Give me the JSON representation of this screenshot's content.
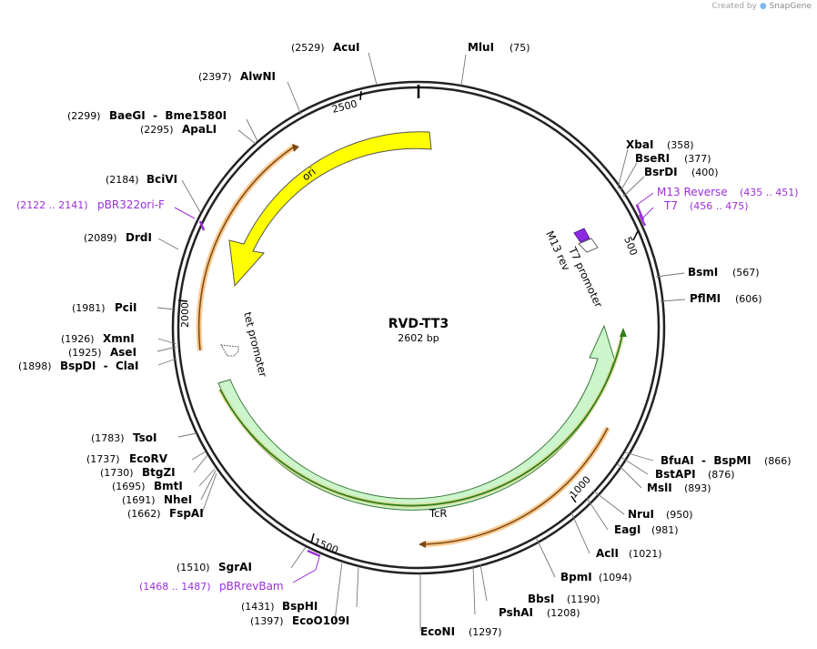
{
  "credit": {
    "prefix": "Created by",
    "brand": "SnapGene"
  },
  "plasmid": {
    "name": "RVD-TT3",
    "length_label": "2602 bp",
    "length": 2602
  },
  "ticks": [
    "500",
    "1000",
    "1500",
    "2000",
    "2500"
  ],
  "sites": [
    {
      "name": "MluI",
      "pos": "(75)"
    },
    {
      "name": "XbaI",
      "pos": "(358)"
    },
    {
      "name": "BseRI",
      "pos": "(377)"
    },
    {
      "name": "BsrDI",
      "pos": "(400)"
    },
    {
      "name": "BsmI",
      "pos": "(567)"
    },
    {
      "name": "PflMI",
      "pos": "(606)"
    },
    {
      "name": "BfuAI  -  BspMI",
      "pos": "(866)"
    },
    {
      "name": "BstAPI",
      "pos": "(876)"
    },
    {
      "name": "MslI",
      "pos": "(893)"
    },
    {
      "name": "NruI",
      "pos": "(950)"
    },
    {
      "name": "EagI",
      "pos": "(981)"
    },
    {
      "name": "AclI",
      "pos": "(1021)"
    },
    {
      "name": "BpmI",
      "pos": "(1094)"
    },
    {
      "name": "BbsI",
      "pos": "(1190)"
    },
    {
      "name": "PshAI",
      "pos": "(1208)"
    },
    {
      "name": "EcoNI",
      "pos": "(1297)"
    },
    {
      "name": "BspHI",
      "pos": "(1431)"
    },
    {
      "name": "EcoO109I",
      "pos": "(1397)"
    },
    {
      "name": "SgrAI",
      "pos": "(1510)"
    },
    {
      "name": "FspAI",
      "pos": "(1662)"
    },
    {
      "name": "NheI",
      "pos": "(1691)"
    },
    {
      "name": "BmtI",
      "pos": "(1695)"
    },
    {
      "name": "BtgZI",
      "pos": "(1730)"
    },
    {
      "name": "EcoRV",
      "pos": "(1737)"
    },
    {
      "name": "TsoI",
      "pos": "(1783)"
    },
    {
      "name": "BspDI  -  ClaI",
      "pos": "(1898)"
    },
    {
      "name": "AseI",
      "pos": "(1925)"
    },
    {
      "name": "XmnI",
      "pos": "(1926)"
    },
    {
      "name": "PciI",
      "pos": "(1981)"
    },
    {
      "name": "DrdI",
      "pos": "(2089)"
    },
    {
      "name": "BciVI",
      "pos": "(2184)"
    },
    {
      "name": "ApaLI",
      "pos": "(2295)"
    },
    {
      "name": "BaeGI  -  Bme1580I",
      "pos": "(2299)"
    },
    {
      "name": "AlwNI",
      "pos": "(2397)"
    },
    {
      "name": "AcuI",
      "pos": "(2529)"
    }
  ],
  "primers": [
    {
      "name": "M13 Reverse",
      "range": "(435 .. 451)"
    },
    {
      "name": "T7",
      "range": "(456 .. 475)"
    },
    {
      "name": "pBRrevBam",
      "range": "(1468 .. 1487)"
    },
    {
      "name": "pBR322ori-F",
      "range": "(2122 .. 2141)"
    }
  ],
  "features": {
    "ori": "ori",
    "tcr": "TcR",
    "tet_promoter": "tet promoter",
    "m13_rev": "M13 rev",
    "t7_promoter": "T7 promoter"
  },
  "colors": {
    "ori": "#ffff00",
    "tcr": "#ccf5cc",
    "primer": "#9b30d9",
    "orf_green": "#2f7d1a",
    "orf_orange": "#f5b56a"
  }
}
